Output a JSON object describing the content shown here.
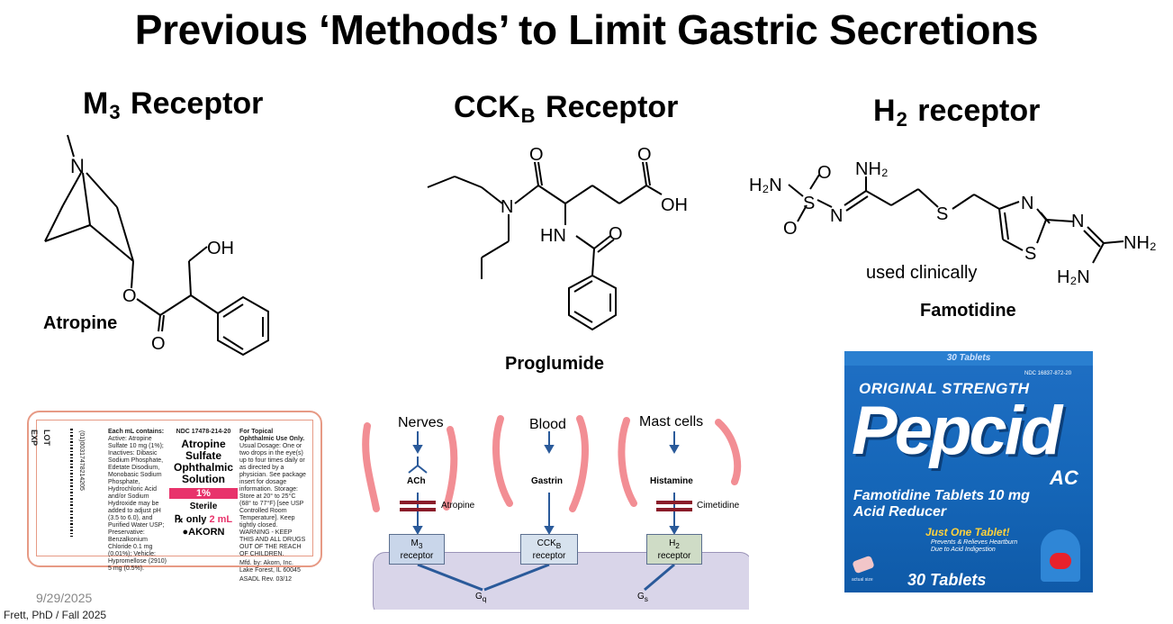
{
  "slide": {
    "title": "Previous ‘Methods’ to Limit Gastric Secretions",
    "date": "9/29/2025",
    "author": "Frett, PhD / Fall 2025"
  },
  "receptors": {
    "m3": {
      "name": "M",
      "sub": "3",
      "suffix": "Receptor"
    },
    "cck": {
      "name": "CCK",
      "sub": "B",
      "suffix": "Receptor"
    },
    "h2": {
      "name": "H",
      "sub": "2",
      "suffix": "receptor"
    }
  },
  "drugs": {
    "atropine": "Atropine",
    "proglumide": "Proglumide",
    "famotidine": "Famotidine",
    "famotidine_note": "used clinically"
  },
  "atoms": {
    "n": "N",
    "o": "O",
    "oh": "OH",
    "hn": "HN",
    "s": "S",
    "h2n": "H₂N",
    "nh2": "NH₂"
  },
  "atropine_label": {
    "lot": "LOT",
    "exp": "EXP",
    "barcode_number": "(01)00317478214205",
    "contents_heading": "Each mL contains:",
    "contents_text": "Active: Atropine Sulfate 10 mg (1%); Inactives: Dibasic Sodium Phosphate, Edetate Disodium, Monobasic Sodium Phosphate, Hydrochloric Acid and/or Sodium Hydroxide may be added to adjust pH (3.5 to 6.0), and Purified Water USP; Preservative: Benzalkonium Chloride 0.1 mg (0.01%); Vehicle: Hypromellose (2910) 5 mg (0.5%).",
    "ndc": "NDC 17478-214-20",
    "product_name": "Atropine Sulfate Ophthalmic Solution",
    "strength": "1%",
    "sterile": "Sterile",
    "rx_only": "℞ only",
    "volume": "2 mL",
    "brand": "AKORN",
    "use_heading": "For Topical Ophthalmic Use Only.",
    "use_text": "Usual Dosage: One or two drops in the eye(s) up to four times daily or as directed by a physician. See package insert for dosage information. Storage: Store at 20° to 25°C (68° to 77°F) [see USP Controlled Room Temperature]. Keep tightly closed. WARNING - KEEP THIS AND ALL DRUGS OUT OF THE REACH OF CHILDREN.",
    "mfd": "Mfd. by: Akorn, Inc. Lake Forest, IL 60045",
    "code": "ASADL   Rev. 03/12"
  },
  "diagram": {
    "sources": [
      "Nerves",
      "Blood",
      "Mast cells"
    ],
    "messengers": [
      "ACh",
      "Gastrin",
      "Histamine"
    ],
    "blockers": [
      "Atropine",
      "Cimetidine"
    ],
    "receptors": [
      {
        "name": "M",
        "sub": "3",
        "line2": "receptor"
      },
      {
        "name": "CCK",
        "sub": "B",
        "line2": "receptor"
      },
      {
        "name": "H",
        "sub": "2",
        "line2": "receptor"
      }
    ],
    "g_proteins": [
      {
        "name": "G",
        "sub": "q"
      },
      {
        "name": "G",
        "sub": "s"
      }
    ],
    "colors": {
      "m3": "#c9d6ea",
      "cck": "#d7e2ee",
      "h2": "#cfdcc6",
      "membrane": "#d9d5e9",
      "scribble": "#e8323c",
      "arrow": "#2a5a9a",
      "block": "#8a1c2a"
    }
  },
  "pepcid_box": {
    "ndc": "NDC 16837-872-20",
    "top_strip": "30 Tablets",
    "strength_line": "ORIGINAL STRENGTH",
    "brand": "Pepcid",
    "brand_suffix": "AC",
    "tagline1": "Famotidine Tablets 10 mg",
    "tagline2": "Acid Reducer",
    "promo": "Just One Tablet!",
    "promo_sub1": "Prevents & Relieves Heartburn",
    "promo_sub2": "Due to Acid Indigestion",
    "count": "30 Tablets",
    "actual_size": "actual size",
    "colors": {
      "blue": "#1566b8",
      "yellow": "#ffd23c"
    }
  }
}
